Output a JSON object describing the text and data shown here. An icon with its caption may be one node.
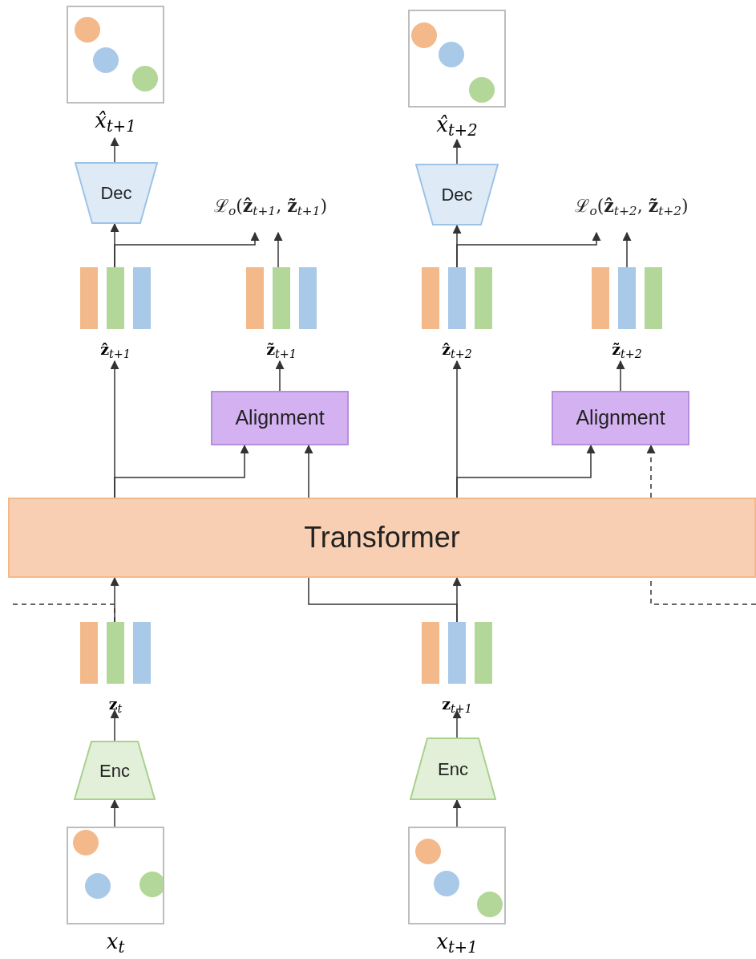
{
  "diagram": {
    "nodes": [
      {
        "text": [],
        "shape": "picture",
        "beside": [
          "x̂$_{t+1}$"
        ]
      },
      {
        "text": [],
        "shape": "picture",
        "beside": [
          "x̂$_{t+2}$"
        ]
      },
      {
        "text": [
          "Dec"
        ]
      },
      {
        "text": [
          "Dec"
        ]
      },
      {
        "text": [
          "ℒ$_{o}$(**ẑ**$_{t+1}$, **z̃**$_{t+1}$)"
        ]
      },
      {
        "text": [
          "ℒ$_{o}$(**ẑ**$_{t+2}$, **z̃**$_{t+2}$)"
        ]
      },
      {
        "text": [],
        "shape": "bar",
        "beside": [
          "**ẑ**$_{t+1}$"
        ]
      },
      {
        "text": [],
        "shape": "bar",
        "beside": [
          "**z̃**$_{t+1}$"
        ]
      },
      {
        "text": [],
        "shape": "bar",
        "beside": [
          "**ẑ**$_{t+2}$"
        ]
      },
      {
        "text": [],
        "shape": "bar",
        "beside": [
          "**z̃**$_{t+2}$"
        ]
      },
      {
        "text": [
          "Alignment"
        ]
      },
      {
        "text": [
          "Alignment"
        ]
      },
      {
        "text": [
          "Transformer"
        ]
      },
      {
        "text": [],
        "shape": "bar",
        "beside": [
          "**z**$_{t}$"
        ]
      },
      {
        "text": [],
        "shape": "bar",
        "beside": [
          "**z**$_{t+1}$"
        ]
      },
      {
        "text": [
          "Enc"
        ]
      },
      {
        "text": [
          "Enc"
        ]
      },
      {
        "text": [],
        "shape": "picture",
        "beside": [
          "x$_{t}$"
        ]
      },
      {
        "text": [],
        "shape": "picture",
        "beside": [
          "x$_{t+1}$"
        ]
      }
    ],
    "edges": [
      {
        "from": 2,
        "to": 0,
        "arrow": "to"
      },
      {
        "from": 3,
        "to": 1,
        "arrow": "to"
      },
      {
        "from": 6,
        "to": 2,
        "arrow": "to"
      },
      {
        "from": 6,
        "to": 4,
        "arrow": "to"
      },
      {
        "from": 7,
        "to": 4,
        "arrow": "to"
      },
      {
        "from": 8,
        "to": 3,
        "arrow": "to"
      },
      {
        "from": 8,
        "to": 5,
        "arrow": "to"
      },
      {
        "from": 9,
        "to": 5,
        "arrow": "to"
      },
      {
        "from": 10,
        "to": 7,
        "arrow": "to"
      },
      {
        "from": 11,
        "to": 9,
        "arrow": "to"
      },
      {
        "from": 12,
        "to": 6,
        "arrow": "to"
      },
      {
        "from": 12,
        "to": 10,
        "arrow": "to"
      },
      {
        "from": 12,
        "to": 8,
        "arrow": "to"
      },
      {
        "from": 12,
        "to": 11,
        "arrow": "to"
      },
      {
        "from": 13,
        "to": 12,
        "arrow": "to"
      },
      {
        "from": 14,
        "to": 12,
        "arrow": "to"
      },
      {
        "from": 14,
        "to": 12,
        "arrow": "none"
      },
      {
        "from": 13,
        "to": null,
        "arrow": "none",
        "style": "dashed"
      },
      {
        "from": null,
        "to": 12,
        "arrow": "none",
        "style": "dashed"
      },
      {
        "from": 15,
        "to": 13,
        "arrow": "to"
      },
      {
        "from": 16,
        "to": 14,
        "arrow": "to"
      },
      {
        "from": 17,
        "to": 15,
        "arrow": "to"
      },
      {
        "from": 18,
        "to": 16,
        "arrow": "to"
      },
      {
        "from": 12,
        "to": 10,
        "arrow": "to"
      },
      {
        "from": 12,
        "to": 11,
        "arrow": "to",
        "style": "dashed"
      }
    ]
  }
}
